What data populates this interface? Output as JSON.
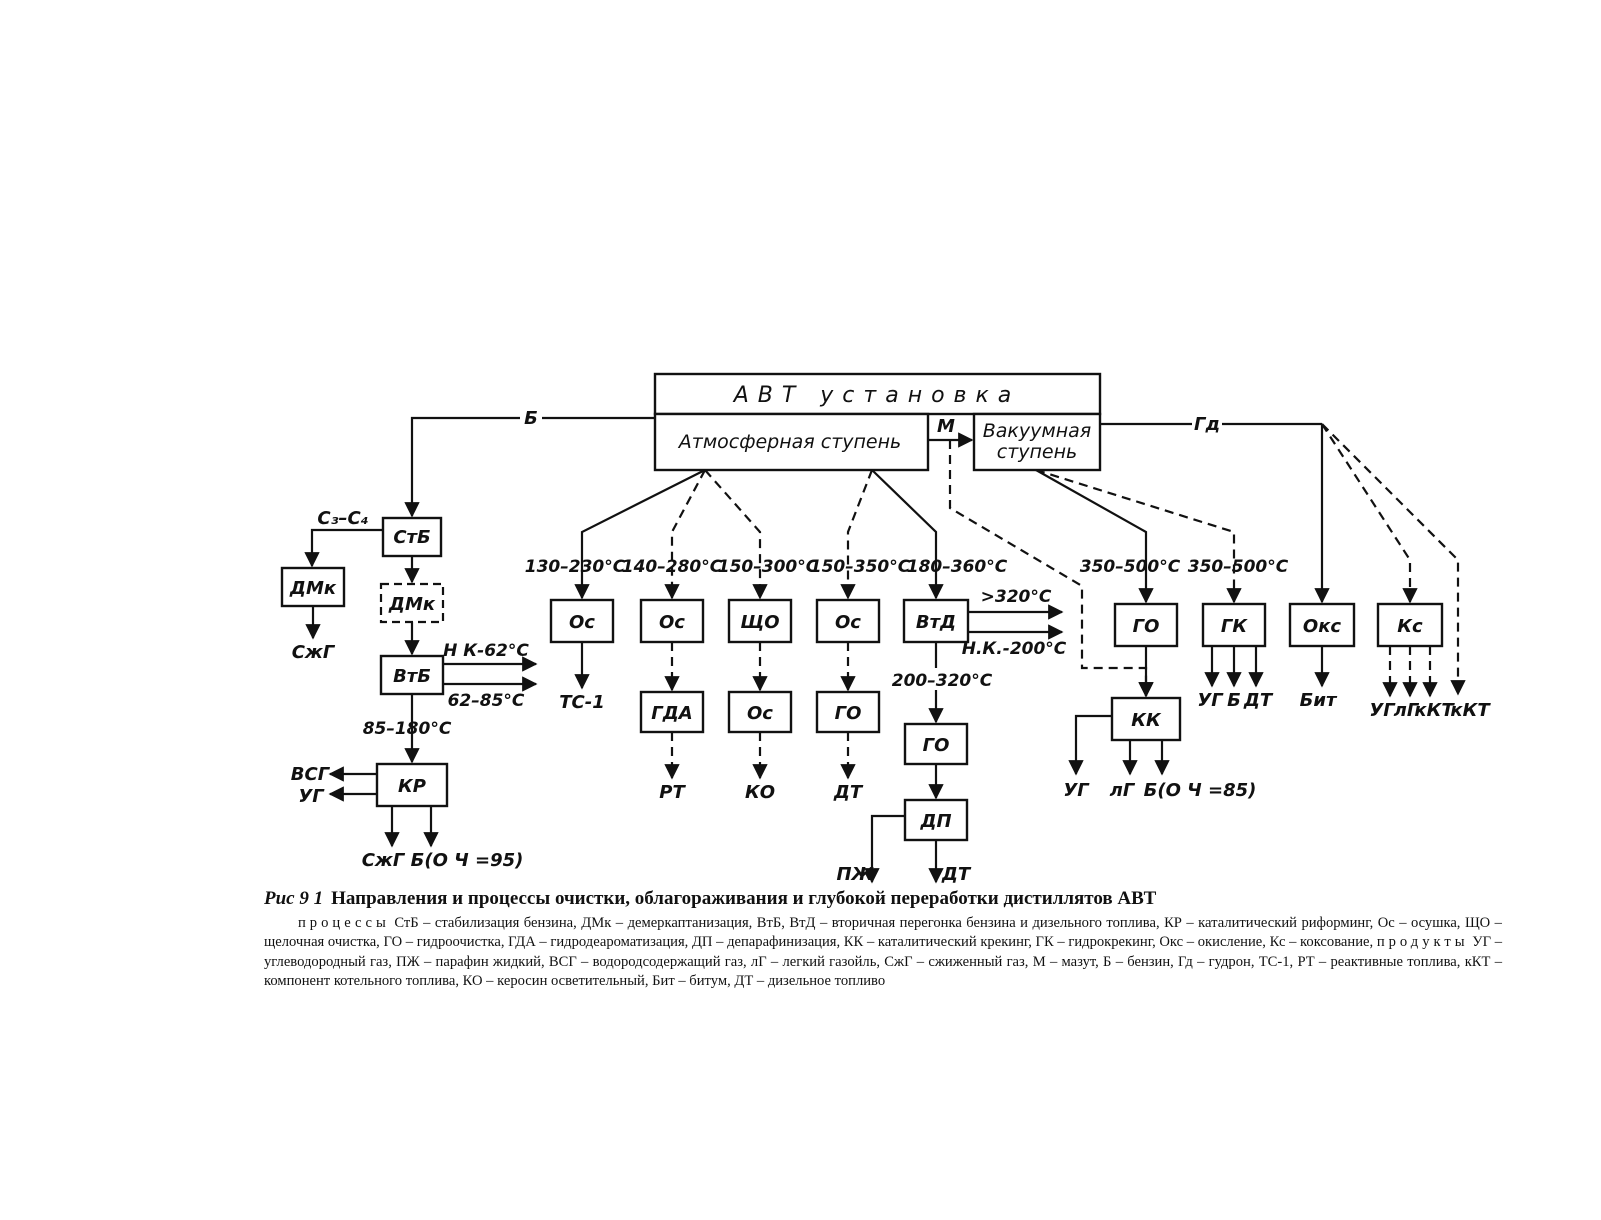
{
  "diagram": {
    "title": "АВТ установка",
    "atm_stage": "Атмосферная ступень",
    "vac_stage_line1": "Вакуумная",
    "vac_stage_line2": "ступень",
    "flow_M": "М",
    "flow_B": "Б",
    "flow_Gd": "Гд",
    "c3c4": "С₃–С₄",
    "boxes": {
      "stb": "СтБ",
      "dmk1": "ДМк",
      "dmk2": "ДМк",
      "vtb": "ВтБ",
      "kr": "КР",
      "os1": "Ос",
      "os2": "Ос",
      "shcho": "ЩО",
      "os3": "Ос",
      "vtd": "ВтД",
      "gda": "ГДА",
      "os4": "Ос",
      "go1": "ГО",
      "go2": "ГО",
      "dp": "ДП",
      "go3": "ГО",
      "gk": "ГК",
      "oks": "Окс",
      "ks": "Кс",
      "kk": "КК"
    },
    "temps": {
      "t1": "130–230°С",
      "t2": "140–280°С",
      "t3": "150–300°С",
      "t4": "150–350°С",
      "t5": "180–360°С",
      "t6": "350–500°С",
      "t7": "350–500°С",
      "gt320": ">320°С",
      "nk200": "Н.К.-200°С",
      "t200_320": "200–320°С",
      "nk62": "Н К-62°С",
      "t62_85": "62–85°С",
      "t85_180": "85–180°С"
    },
    "products": {
      "szhg1": "СжГ",
      "vsg": "ВСГ",
      "ug_kr": "УГ",
      "szhg2": "СжГ",
      "b95": "Б(О Ч =95)",
      "ts1": "ТС-1",
      "rt": "РТ",
      "ko": "КО",
      "dt1": "ДТ",
      "pzh": "ПЖ",
      "dt2": "ДТ",
      "ug_kk": "УГ",
      "lg_kk": "лГ",
      "b85": "Б(О Ч =85)",
      "ug_gk": "УГ",
      "b_gk": "Б",
      "dt_gk": "ДТ",
      "bit": "Бит",
      "ug_ks": "УГ",
      "lg_ks": "лГ",
      "kkt1": "кКТ",
      "kkt2": "кКТ"
    }
  },
  "caption": {
    "fig": "Рис 9 1",
    "title": "Направления и процессы очистки, облагораживания и глубокой переработки дистиллятов АВТ",
    "processes_word": "процессы",
    "processes_text": "СтБ – стабилизация бензина, ДМк – демеркаптанизация, ВтБ, ВтД – вторичная перегонка бензина и дизельного топлива, КР – каталитический риформинг, Ос – осушка, ЩО – щелочная очистка, ГО – гидроочистка, ГДА – гидродеароматизация, ДП – депарафинизация, КК – каталитический крекинг, ГК – гидрокрекинг, Окс – окисление, Кс – коксование,",
    "products_word": "продукты",
    "products_text": "УГ – углеводородный газ, ПЖ – парафин жидкий, ВСГ – водородсодержащий газ, лГ – легкий газойль, СжГ – сжиженный газ, М – мазут, Б – бензин, Гд – гудрон, ТС-1, РТ – реактивные топлива, кКТ – компонент котельного топлива, КО – керосин осветительный, Бит – битум, ДТ – дизельное топливо"
  }
}
